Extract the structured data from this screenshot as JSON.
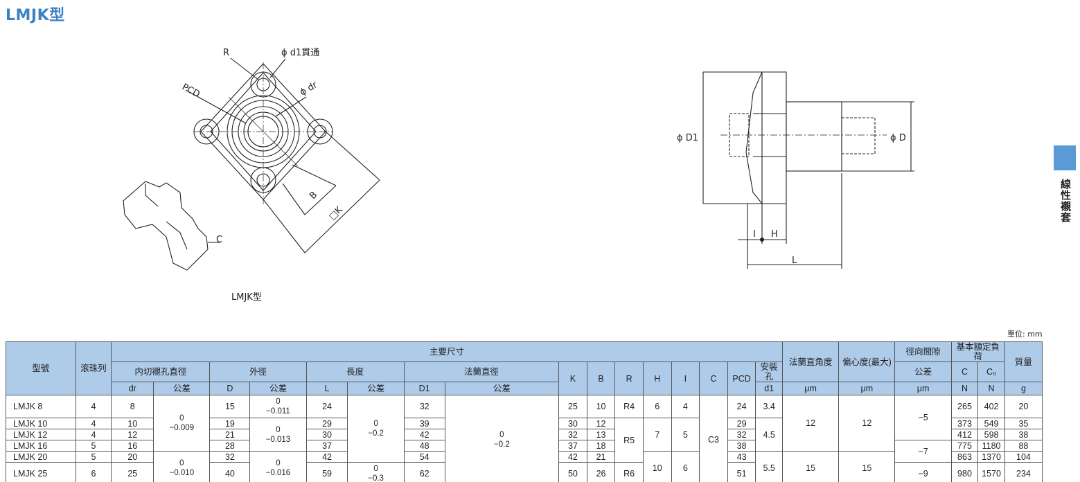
{
  "page": {
    "title": "LMJK型",
    "caption": "LMJK型",
    "unit_note": "單位: mm"
  },
  "side_label": "線性襯套",
  "drawing_labels": {
    "R": "R",
    "d1": "ϕ d1貫通",
    "PCD": "PCD",
    "dr": "ϕ dr",
    "B": "B",
    "K": "□K",
    "C": "C",
    "D1": "ϕ D1",
    "D": "ϕ D",
    "I": "I",
    "H": "H",
    "L": "L"
  },
  "table": {
    "headers": {
      "model": "型號",
      "balls": "滚珠列",
      "main_dims": "主要尺寸",
      "inner": "内切襯孔直徑",
      "outer": "外徑",
      "length": "長度",
      "flange_dia": "法蘭直徑",
      "tol": "公差",
      "dr": "dr",
      "D": "D",
      "L": "L",
      "D1": "D1",
      "K": "K",
      "B": "B",
      "R": "R",
      "H": "H",
      "I": "I",
      "C": "C",
      "PCD": "PCD",
      "mount": "安裝孔",
      "d1": "d1",
      "perp": "法蘭直角度",
      "perp_unit": "μm",
      "ecc": "偏心度(最大)",
      "ecc_unit": "μm",
      "radial": "徑向間隙",
      "radial_sub": "公差",
      "radial_unit": "μm",
      "load": "基本額定負荷",
      "C_": "C",
      "C0": "C₀",
      "N1": "N",
      "N2": "N",
      "mass": "質量",
      "mass_unit": "g"
    },
    "rows": [
      {
        "model": "LMJK 8",
        "balls": "4",
        "dr": "8",
        "D": "15",
        "L": "24",
        "D1": "32",
        "K": "25",
        "B": "10",
        "R": "R4",
        "H": "6",
        "I": "4",
        "PCD": "24",
        "d1": "3.4",
        "C": "265",
        "C0": "402",
        "mass": "20"
      },
      {
        "model": "LMJK 10",
        "balls": "4",
        "dr": "10",
        "D": "19",
        "L": "29",
        "D1": "39",
        "K": "30",
        "B": "12",
        "PCD": "29",
        "C": "373",
        "C0": "549",
        "mass": "35"
      },
      {
        "model": "LMJK 12",
        "balls": "4",
        "dr": "12",
        "D": "21",
        "L": "30",
        "D1": "42",
        "K": "32",
        "B": "13",
        "PCD": "32",
        "C": "412",
        "C0": "598",
        "mass": "38"
      },
      {
        "model": "LMJK 16",
        "balls": "5",
        "dr": "16",
        "D": "28",
        "L": "37",
        "D1": "48",
        "K": "37",
        "B": "18",
        "PCD": "38",
        "C": "775",
        "C0": "1180",
        "mass": "88"
      },
      {
        "model": "LMJK 20",
        "balls": "5",
        "dr": "20",
        "D": "32",
        "L": "42",
        "D1": "54",
        "K": "42",
        "B": "21",
        "PCD": "43",
        "C": "863",
        "C0": "1370",
        "mass": "104"
      },
      {
        "model": "LMJK 25",
        "balls": "6",
        "dr": "25",
        "D": "40",
        "L": "59",
        "D1": "62",
        "K": "50",
        "B": "26",
        "R": "R6",
        "PCD": "51",
        "C": "980",
        "C0": "1570",
        "mass": "234"
      }
    ],
    "merged": {
      "dr_tol_a": {
        "upper": "0",
        "lower": "−0.009"
      },
      "dr_tol_b": {
        "upper": "0",
        "lower": "−0.010"
      },
      "D_tol_a": {
        "upper": "0",
        "lower": "−0.011"
      },
      "D_tol_b": {
        "upper": "0",
        "lower": "−0.013"
      },
      "D_tol_c": {
        "upper": "0",
        "lower": "−0.016"
      },
      "L_tol_a": {
        "upper": "0",
        "lower": "−0.2"
      },
      "L_tol_b": {
        "upper": "0",
        "lower": "−0.3"
      },
      "D1_tol": {
        "upper": "0",
        "lower": "−0.2"
      },
      "R_mid": "R5",
      "H_mid": "7",
      "I_mid": "5",
      "H_low": "10",
      "I_low": "6",
      "C_all": "C3",
      "d1_mid": "4.5",
      "d1_low": "5.5",
      "perp_a": "12",
      "perp_b": "15",
      "ecc_a": "12",
      "ecc_b": "15",
      "rad_a": "−5",
      "rad_b": "−7",
      "rad_c": "−9"
    }
  }
}
